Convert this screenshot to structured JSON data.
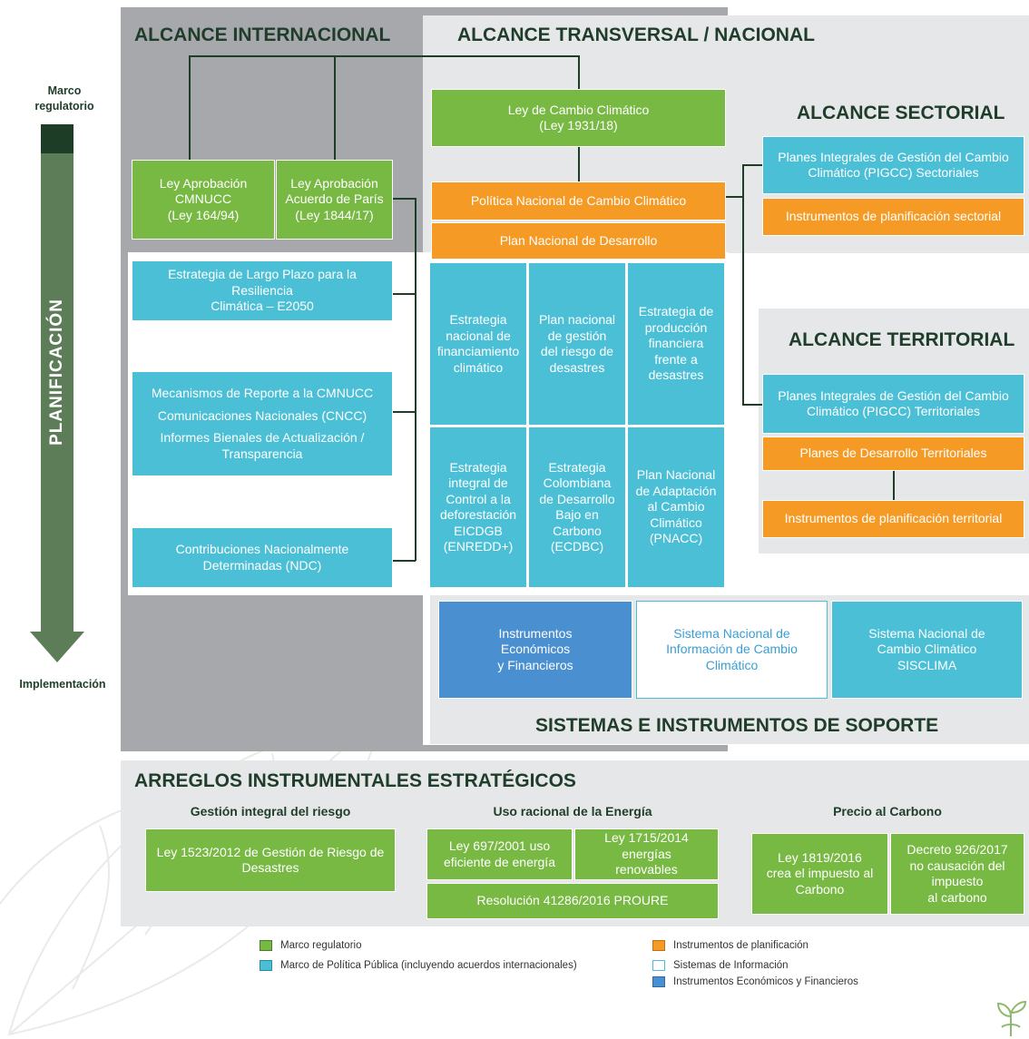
{
  "side": {
    "top_label": "Marco\nregulatorio",
    "vertical_label": "PLANIFICACIÓN",
    "bottom_label": "Implementación"
  },
  "headers": {
    "internacional": "ALCANCE INTERNACIONAL",
    "transversal": "ALCANCE TRANSVERSAL / NACIONAL",
    "sectorial": "ALCANCE SECTORIAL",
    "territorial": "ALCANCE TERRITORIAL",
    "soporte": "SISTEMAS E INSTRUMENTOS DE SOPORTE",
    "arreglos": "ARREGLOS INSTRUMENTALES ESTRATÉGICOS"
  },
  "boxes": {
    "ley_cambio": "Ley de Cambio Climático\n(Ley 1931/18)",
    "ley_cmnucc": "Ley Aprobación\nCMNUCC\n(Ley 164/94)",
    "ley_paris": "Ley Aprobación\nAcuerdo de París\n(Ley 1844/17)",
    "politica": "Política Nacional de Cambio Climático",
    "plan_desarrollo": "Plan Nacional de Desarrollo",
    "pigcc_sect": "Planes Integrales de Gestión del Cambio\nClimático (PIGCC) Sectoriales",
    "instr_sect": "Instrumentos de planificación sectorial",
    "e2050": "Estrategia de Largo Plazo para la Resiliencia\nClimática – E2050",
    "mecanismos": "Mecanismos de Reporte a la CMNUCC",
    "comunicaciones": "Comunicaciones Nacionales (CNCC)",
    "informes": "Informes Bienales de Actualización /\nTransparencia",
    "ndc": "Contribuciones Nacionalmente\nDeterminadas (NDC)",
    "est_fin": "Estrategia\nnacional de\nfinanciamiento\nclimático",
    "plan_riesgo": "Plan nacional\nde gestión\ndel riesgo de\ndesastres",
    "est_prod": "Estrategia de\nproducción\nfinanciera\nfrente a\ndesastres",
    "eicdgb": "Estrategia\nintegral de\nControl a la\ndeforestación\nEICDGB\n(ENREDD+)",
    "ecdbc": "Estrategia\nColombiana\nde Desarrollo\nBajo en\nCarbono\n(ECDBC)",
    "pnacc": "Plan Nacional\nde Adaptación\nal Cambio\nClimático\n(PNACC)",
    "pigcc_terr": "Planes Integrales de Gestión del Cambio\nClimático (PIGCC) Territoriales",
    "planes_terr": "Planes de Desarrollo Territoriales",
    "instr_terr": "Instrumentos de planificación territorial",
    "instr_econ": "Instrumentos\nEconómicos\ny Financieros",
    "sist_info": "Sistema Nacional de\nInformación de Cambio\nClimático",
    "sisclima": "Sistema Nacional de\nCambio Climático\nSISCLIMA"
  },
  "arreglos": {
    "gestion_title": "Gestión integral del riesgo",
    "energia_title": "Uso racional de la Energía",
    "carbono_title": "Precio al Carbono",
    "ley1523": "Ley 1523/2012 de Gestión de Riesgo de\nDesastres",
    "ley697": "Ley 697/2001 uso\neficiente de energía",
    "ley1715": "Ley 1715/2014 energías\nrenovables",
    "res41286": "Resolución 41286/2016 PROURE",
    "ley1819": "Ley 1819/2016\ncrea el impuesto al\nCarbono",
    "decreto926": "Decreto 926/2017\nno causación del\nimpuesto\nal carbono"
  },
  "legend": [
    {
      "label": "Marco regulatorio",
      "color": "#78b943"
    },
    {
      "label": "Marco de Política Pública (incluyendo acuerdos internacionales)",
      "color": "#4bbfd6"
    },
    {
      "label": "Instrumentos de planificación",
      "color": "#f59b25"
    },
    {
      "label": "Sistemas de Información",
      "color": "#ffffff"
    },
    {
      "label": "Instrumentos Económicos y Financieros",
      "color": "#4a8fcf"
    }
  ],
  "colors": {
    "marco_regulatorio": "#78b943",
    "politica_publica": "#4bbfd6",
    "planificacion": "#f59b25",
    "sistemas_info": "#ffffff",
    "economicos": "#4a8fcf",
    "dark_green": "#1e3d26"
  },
  "icons": {
    "logo": "sprout-icon",
    "arrow": "down-arrow-icon"
  }
}
